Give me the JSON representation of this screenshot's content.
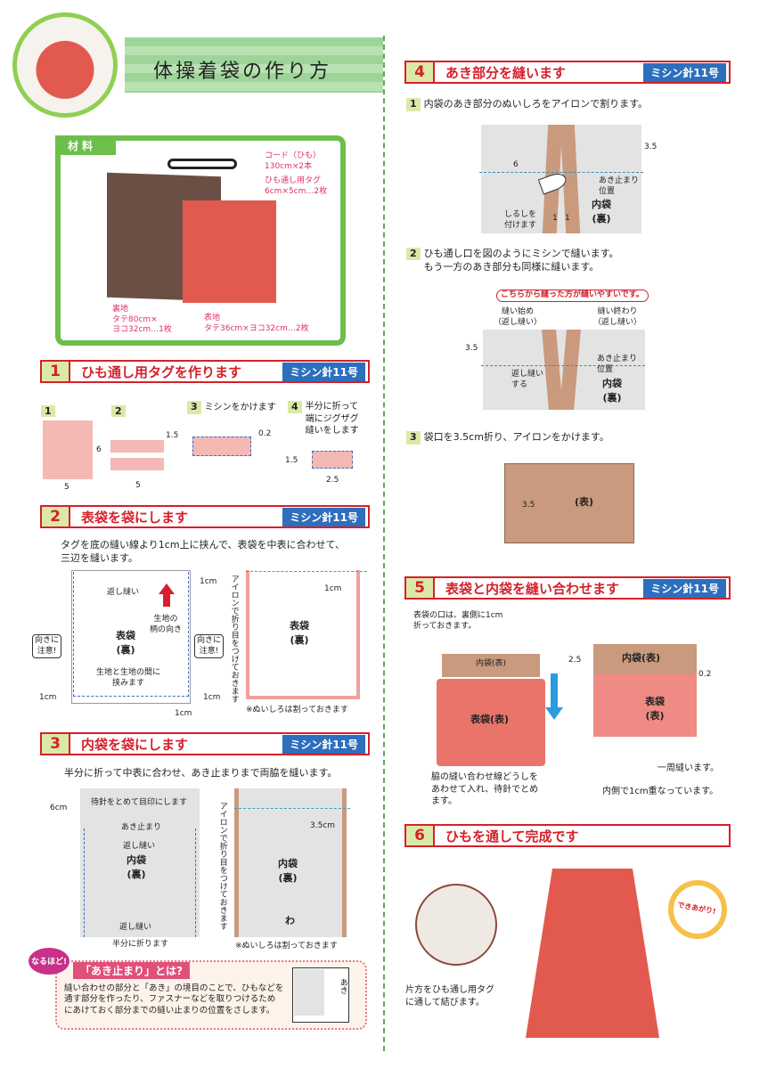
{
  "title": "体操着袋の作り方",
  "materials": {
    "tab": "材料",
    "cord": [
      "コード（ひも）",
      "130cm×2本"
    ],
    "tag": [
      "ひも通し用タグ",
      "6cm×5cm…2枚"
    ],
    "lining": [
      "裏地",
      "タテ80cm×",
      "ヨコ32cm…1枚"
    ],
    "outer": [
      "表地",
      "タテ36cm×ヨコ32cm…2枚"
    ]
  },
  "needle": "ミシン針11号",
  "s1": {
    "num": "1",
    "title": "ひも通し用タグを作ります",
    "steps": [
      "1",
      "2",
      "3",
      "4"
    ],
    "step3": "ミシンをかけます",
    "step4": [
      "半分に折って",
      "端にジグザグ",
      "縫いをします"
    ],
    "dims": {
      "w5": "5",
      "h6": "6",
      "w5b": "5",
      "d15": "1.5",
      "d02": "0.2",
      "d15b": "1.5",
      "d25": "2.5"
    }
  },
  "s2": {
    "num": "2",
    "title": "表袋を袋にします",
    "text": [
      "タグを底の縫い線より1cm上に挟んで、表袋を中表に合わせて、",
      "三辺を縫います。"
    ],
    "back": "返し縫い",
    "pattern": [
      "生地の",
      "柄の向き"
    ],
    "bag": [
      "表袋",
      "(裏)"
    ],
    "caution": [
      "向きに",
      "注意!"
    ],
    "between": [
      "生地と生地の間に",
      "挟みます"
    ],
    "cm": "1cm",
    "iron": "アイロンで折り目をつけておきます",
    "note": "※ぬいしろは割っておきます"
  },
  "s3": {
    "num": "3",
    "title": "内袋を袋にします",
    "text": "半分に折って中表に合わせ、あき止まりまで両脇を縫います。",
    "pin": "待針をとめて目印にします",
    "stop": "あき止まり",
    "back": "返し縫い",
    "bag": [
      "内袋",
      "(裏)"
    ],
    "fold": "半分に折ります",
    "cm6": "6cm",
    "cm35": "3.5cm",
    "wa": "わ",
    "iron": "アイロンで折り目をつけておきます",
    "note": "※ぬいしろは割っておきます"
  },
  "tip": {
    "badge": "なるほど!",
    "title": "「あき止まり」とは?",
    "text": [
      "縫い合わせの部分と「あき」の境目のことで、ひもなどを",
      "通す部分を作ったり、ファスナーなどを取りつけるため",
      "にあけておく部分までの縫い止まりの位置をさします。"
    ],
    "aki": "あき"
  },
  "s4": {
    "num": "4",
    "title": "あき部分を縫います",
    "step1": "内袋のあき部分のぬいしろをアイロンで割ります。",
    "step2": [
      "ひも通し口を図のようにミシンで縫います。",
      "もう一方のあき部分も同様に縫います。"
    ],
    "step3": "袋口を3.5cm折り、アイロンをかけます。",
    "d6": "6",
    "d35": "3.5",
    "d1": "1",
    "stoppos": [
      "あき止まり",
      "位置"
    ],
    "mark": [
      "しるしを",
      "付けます"
    ],
    "bag": [
      "内袋",
      "(裏)"
    ],
    "hint": "こちらから縫った方が縫いやすいです。",
    "start": [
      "縫い始め",
      "（返し縫い）"
    ],
    "end": [
      "縫い終わり",
      "（返し縫い）"
    ],
    "backdo": [
      "返し縫い",
      "する"
    ],
    "front": "(表)"
  },
  "s5": {
    "num": "5",
    "title": "表袋と内袋を縫い合わせます",
    "fold": [
      "表袋の口は、裏側に1cm",
      "折っておきます。"
    ],
    "inner": "内袋(表)",
    "outer": "表袋(表)",
    "outer2": [
      "表袋",
      "(表)"
    ],
    "d25": "2.5",
    "d02": "0.2",
    "around": "一周縫います。",
    "overlap": "内側で1cm重なっています。",
    "text": [
      "脇の縫い合わせ線どうしを",
      "あわせて入れ、待針でとめ",
      "ます。"
    ]
  },
  "s6": {
    "num": "6",
    "title": "ひもを通して完成です",
    "caption": [
      "片方をひも通し用タグ",
      "に通して結びます。"
    ],
    "done": "できあがり!"
  },
  "colors": {
    "red": "#d6202a",
    "blue": "#2d6fbd",
    "green": "#6cbf4a",
    "pink": "#e0306a"
  }
}
